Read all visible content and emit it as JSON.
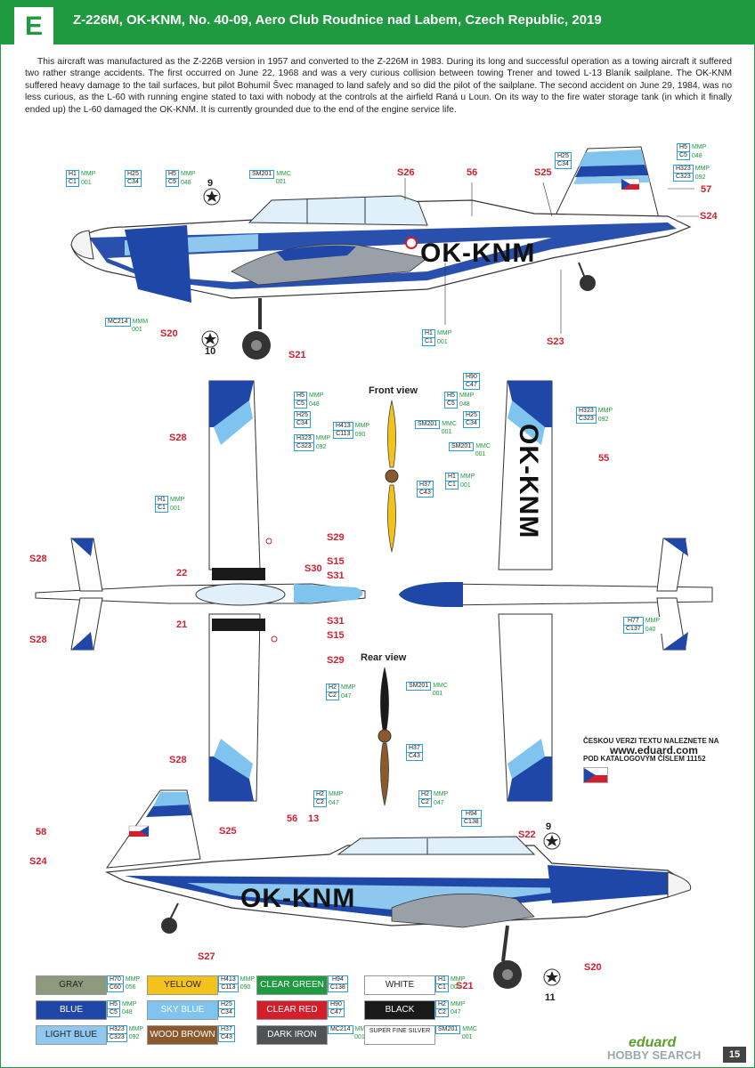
{
  "header": {
    "letter": "E",
    "title": "Z-226M, OK-KNM, No. 40-09, Aero Club Roudnice nad Labem, Czech Republic, 2019"
  },
  "description": "This aircraft was manufactured as the Z-226B version in 1957 and converted to the Z-226M in 1983. During its long and successful operation as a towing aircraft it suffered two rather strange accidents. The first occurred on June 22, 1968 and was a very curious collision between towing Trener and towed L-13 Blaník sailplane. The OK-KNM suffered heavy damage to the tail surfaces, but pilot Bohumil Švec managed to land safely and so did the pilot of the sailplane. The second accident on June 29, 1984, was no less curious, as the L-60 with running engine stated to taxi with nobody at the controls at the airfield Raná u Loun. On its way to the fire water storage tank (in which it finally ended up) the L-60 damaged the OK-KNM. It is currently grounded due to the end of the engine service life.",
  "registration": "OK-KNM",
  "views": {
    "front": "Front view",
    "rear": "Rear view"
  },
  "callouts": [
    {
      "id": "c1",
      "a": "H1",
      "b": "C1",
      "m1": "MMP",
      "m2": "001"
    },
    {
      "id": "c2",
      "a": "H25",
      "b": "C34",
      "m1": "",
      "m2": ""
    },
    {
      "id": "c3",
      "a": "H5",
      "b": "C5",
      "m1": "MMP",
      "m2": "048"
    },
    {
      "id": "c4",
      "a": "SM201",
      "b": "",
      "m1": "MMC",
      "m2": "001"
    },
    {
      "id": "c5",
      "a": "H25",
      "b": "C34",
      "m1": "",
      "m2": ""
    },
    {
      "id": "c6",
      "a": "H5",
      "b": "C5",
      "m1": "MMP",
      "m2": "048"
    },
    {
      "id": "c7",
      "a": "H323",
      "b": "C323",
      "m1": "MMP",
      "m2": "092"
    },
    {
      "id": "c8",
      "a": "MC214",
      "b": "",
      "m1": "MMM",
      "m2": "001"
    },
    {
      "id": "c9",
      "a": "H1",
      "b": "C1",
      "m1": "MMP",
      "m2": "001"
    },
    {
      "id": "c10",
      "a": "H5",
      "b": "C5",
      "m1": "MMP",
      "m2": "048"
    },
    {
      "id": "c11",
      "a": "H25",
      "b": "C34",
      "m1": "",
      "m2": ""
    },
    {
      "id": "c12",
      "a": "H323",
      "b": "C323",
      "m1": "MMP",
      "m2": "092"
    },
    {
      "id": "c13",
      "a": "H1",
      "b": "C1",
      "m1": "MMP",
      "m2": "001"
    },
    {
      "id": "c14",
      "a": "H413",
      "b": "C113",
      "m1": "MMP",
      "m2": "090"
    },
    {
      "id": "c15",
      "a": "SM201",
      "b": "",
      "m1": "MMC",
      "m2": "001"
    },
    {
      "id": "c16",
      "a": "H37",
      "b": "C43",
      "m1": "",
      "m2": ""
    },
    {
      "id": "c17",
      "a": "H90",
      "b": "C47",
      "m1": "",
      "m2": ""
    },
    {
      "id": "c18",
      "a": "H5",
      "b": "C5",
      "m1": "MMP",
      "m2": "048"
    },
    {
      "id": "c19",
      "a": "H25",
      "b": "C34",
      "m1": "",
      "m2": ""
    },
    {
      "id": "c20",
      "a": "H323",
      "b": "C323",
      "m1": "MMP",
      "m2": "092"
    },
    {
      "id": "c21",
      "a": "SM201",
      "b": "",
      "m1": "MMC",
      "m2": "001"
    },
    {
      "id": "c22",
      "a": "H1",
      "b": "C1",
      "m1": "MMP",
      "m2": "001"
    },
    {
      "id": "c23",
      "a": "H77",
      "b": "C137",
      "m1": "MMP",
      "m2": "040"
    },
    {
      "id": "c24",
      "a": "H2",
      "b": "C2",
      "m1": "MMP",
      "m2": "047"
    },
    {
      "id": "c25",
      "a": "SM201",
      "b": "",
      "m1": "MMC",
      "m2": "001"
    },
    {
      "id": "c26",
      "a": "H37",
      "b": "C43",
      "m1": "",
      "m2": ""
    },
    {
      "id": "c27",
      "a": "H2",
      "b": "C2",
      "m1": "MMP",
      "m2": "047"
    },
    {
      "id": "c28",
      "a": "H2",
      "b": "C2",
      "m1": "MMP",
      "m2": "047"
    },
    {
      "id": "c29",
      "a": "H94",
      "b": "C138",
      "m1": "",
      "m2": ""
    }
  ],
  "labels": {
    "s26": "S26",
    "n56a": "56",
    "s25a": "S25",
    "n57": "57",
    "s24a": "S24",
    "s20a": "S20",
    "s21a": "S21",
    "s23": "S23",
    "n9a": "9",
    "n10": "10",
    "s28a": "S28",
    "s28b": "S28",
    "s28c": "S28",
    "s28d": "S28",
    "n55": "55",
    "s29a": "S29",
    "s29b": "S29",
    "s15a": "S15",
    "s15b": "S15",
    "s30": "S30",
    "s31a": "S31",
    "s31b": "S31",
    "n22": "22",
    "n21": "21",
    "n58": "58",
    "s24b": "S24",
    "s25b": "S25",
    "n56b": "56",
    "n13": "13",
    "s22": "S22",
    "n9b": "9",
    "n11": "11",
    "s20b": "S20",
    "s21b": "S21",
    "s27": "S27"
  },
  "czech_note": {
    "line1": "ČESKOU VERZI TEXTU NALEZNETE NA",
    "url": "www.eduard.com",
    "line2": "POD KATALOGOVÝM ČÍSLEM 11152"
  },
  "swatches": [
    {
      "name": "GRAY",
      "color": "#8f9a7c",
      "text": "#222",
      "a": "H70",
      "b": "C60",
      "m1": "MMP",
      "m2": "056"
    },
    {
      "name": "YELLOW",
      "color": "#f3c31c",
      "text": "#222",
      "a": "H413",
      "b": "C113",
      "m1": "MMP",
      "m2": "090"
    },
    {
      "name": "CLEAR GREEN",
      "color": "#1f9a40",
      "text": "#fff",
      "a": "H94",
      "b": "C138",
      "m1": "",
      "m2": ""
    },
    {
      "name": "WHITE",
      "color": "#ffffff",
      "text": "#222",
      "a": "H1",
      "b": "C1",
      "m1": "MMP",
      "m2": "001"
    },
    {
      "name": "BLUE",
      "color": "#1e47a8",
      "text": "#fff",
      "a": "H5",
      "b": "C5",
      "m1": "MMP",
      "m2": "048"
    },
    {
      "name": "SKY BLUE",
      "color": "#7ec4ee",
      "text": "#fff",
      "a": "H25",
      "b": "C34",
      "m1": "",
      "m2": ""
    },
    {
      "name": "CLEAR RED",
      "color": "#d51e2c",
      "text": "#fff",
      "a": "H90",
      "b": "C47",
      "m1": "",
      "m2": ""
    },
    {
      "name": "BLACK",
      "color": "#1a1a1a",
      "text": "#fff",
      "a": "H2",
      "b": "C2",
      "m1": "MMP",
      "m2": "047"
    },
    {
      "name": "LIGHT BLUE",
      "color": "#8ec8ee",
      "text": "#222",
      "a": "H323",
      "b": "C323",
      "m1": "MMP",
      "m2": "092"
    },
    {
      "name": "WOOD BROWN",
      "color": "#8a5a2e",
      "text": "#fff",
      "a": "H37",
      "b": "C43",
      "m1": "",
      "m2": ""
    },
    {
      "name": "DARK IRON",
      "color": "#505256",
      "text": "#fff",
      "a": "MC214",
      "b": "",
      "m1": "MMM",
      "m2": "001"
    },
    {
      "name": "SUPER FINE SILVER",
      "color": "#ffffff",
      "text": "#222",
      "a": "SM201",
      "b": "",
      "m1": "MMC",
      "m2": "001"
    }
  ],
  "footer": {
    "brand": "eduard",
    "watermark": "HOBBY SEARCH",
    "page": "15"
  },
  "colors": {
    "green": "#1f9a40",
    "blue": "#1e47a8",
    "skyblue": "#7ec4ee",
    "lightblue": "#8ec8ee",
    "red": "#d02030"
  }
}
